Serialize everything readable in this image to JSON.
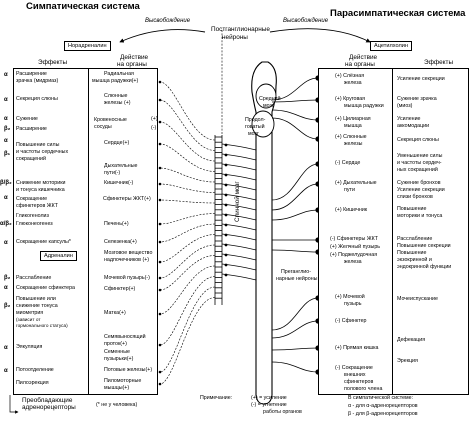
{
  "titles": {
    "sympathetic": "Симпатическая система",
    "parasympathetic": "Парасимпатическая система"
  },
  "top": {
    "release_left": "Высвобождение",
    "release_right": "Высвобождение",
    "postganglionic_1": "Постганглионарные",
    "postganglionic_2": "нейроны",
    "noradrenaline": "Норадреналин",
    "acetylcholine": "Ацетилхолин"
  },
  "headers": {
    "effects_left": "Эффекты",
    "action_left_1": "Действие",
    "action_left_2": "на органы",
    "action_right_1": "Действие",
    "action_right_2": "на органы",
    "effects_right": "Эффекты"
  },
  "left_receptors": [
    "α",
    "α",
    "α",
    "β₂",
    "α",
    "β₁",
    "β/β₂",
    "α",
    "α/β₂",
    "α",
    "β₂",
    "α",
    "β₂",
    "α",
    "α"
  ],
  "left_effects": [
    "Расширение",
    "зрачка (мидриаз)",
    "Секреция слюны",
    "Сужение",
    "Расширение",
    "Повышение силы",
    "и частоты сердечных",
    "сокращений",
    "Снижение моторики",
    "и тонуса кишечника",
    "Сокращение",
    "сфинктеров ЖКТ",
    "Гликогенолиз",
    "Глюконеогенез",
    "Сокращение капсулы*",
    "Расслабление",
    "Сокращение сфинктера",
    "Повышение или",
    "снижение тонуса",
    "миометрия",
    "(зависит от",
    "гормонального статуса)",
    "Эякуляция",
    "Потоотделение",
    "Пилоэрекция"
  ],
  "adrenaline": "Адреналин",
  "left_organs": [
    "Радиальная",
    "мышца радужки(+)",
    "Слюнные",
    "железы (+)",
    "Кровеносные",
    "сосуды",
    "Сердце(+)",
    "Дыхательные",
    "пути(-)",
    "Кишечник(-)",
    "Сфинктеры ЖКТ(+)",
    "Печень(+)",
    "Селезенка(+)",
    "Мозговое вещество",
    "надпочечников (+)",
    "Мочевой пузырь(-)",
    "Сфинктер(+)",
    "Матка(+)",
    "Семявыносящий",
    "проток(+)",
    "Семенные",
    "пузырьки(+)",
    "Потовые железы(+)",
    "Пиломоторные",
    "мышцы(+)"
  ],
  "plus_minus": [
    "(+)",
    "(-)"
  ],
  "cns": {
    "midbrain_1": "Средний",
    "midbrain_2": "мозг",
    "medulla_1": "Продол-",
    "medulla_2": "говатый",
    "medulla_3": "мозг",
    "spinal": "Спинной мозг",
    "preganglionic_1": "Преганглио-",
    "preganglionic_2": "нарные нейроны"
  },
  "right_organs": [
    "(+) Слёзная",
    "железа",
    "(+) Круговая",
    "мышца радужки",
    "(+) Цилиарная",
    "мышца",
    "(+) Слюнные",
    "железы",
    "(-) Сердце",
    "(+) Дыхательные",
    "пути",
    "(+) Кишечник",
    "(-) Сфинктеры ЖКТ",
    "(+) Желчный пузырь",
    "(+) Поджелудочная",
    "железа",
    "(+) Мочевой",
    "пузырь",
    "(-) Сфинктер",
    "(+) Прямая кишка",
    "(-) Сокращение",
    "внешних",
    "сфинктеров",
    "полового члена"
  ],
  "right_effects": [
    "Усиление секреции",
    "Сужение зрачка",
    "(миоз)",
    "Усиление",
    "аккомодации",
    "Секреция слюны",
    "Уменьшение силы",
    "и частоты сердеч-",
    "ных сокращений",
    "Сужение бронхов",
    "Усиление секреции",
    "слизи бронхов",
    "Повышение",
    "моторики и тонуса",
    "Расслабление",
    "Повышение секреции",
    "Повышение",
    "экзокринной и",
    "эндокринной функции",
    "Мочеиспускание",
    "Дефекация",
    "Эрекция"
  ],
  "footer": {
    "left_1": "Преобладающие",
    "left_2": "адренорецепторы",
    "note_star": "(* не у человека)",
    "note": "Примечание:",
    "plus_1": "(+) = усиление",
    "minus_1": "(-)  = угнетение",
    "minus_2": "работы органов",
    "right_1": "В симпатической системе:",
    "right_2": "α - для α-адренорецепторов",
    "right_3": "β - для β-адренорецепторов"
  }
}
